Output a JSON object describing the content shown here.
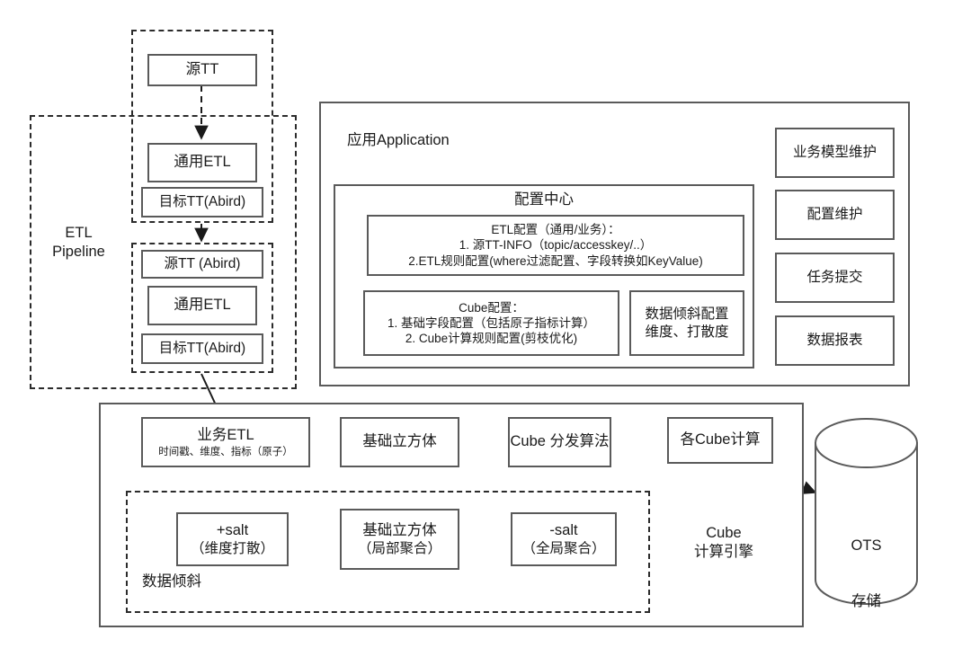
{
  "diagram": {
    "title": "ETL Pipeline / Application / Cube Computing Engine Architecture",
    "colors": {
      "stroke": "#5a5a5a",
      "dashed_stroke": "#2b2b2b",
      "background": "#ffffff",
      "text": "#1a1a1a"
    }
  },
  "etl_pipeline": {
    "label": "ETL\nPipeline",
    "group_one": {
      "source": "源TT",
      "generic_etl": "通用ETL",
      "target": "目标TT(Abird)"
    },
    "group_two": {
      "source": "源TT (Abird)",
      "generic_etl": "通用ETL",
      "target": "目标TT(Abird)"
    }
  },
  "application": {
    "title": "应用Application",
    "config_center": {
      "title": "配置中心",
      "etl_config": {
        "line1": "ETL配置（通用/业务）：",
        "line2": "1. 源TT-INFO（topic/accesskey/..）",
        "line3": "2.ETL规则配置(where过滤配置、字段转换如KeyValue)"
      },
      "cube_config": {
        "line1": "Cube配置：",
        "line2": "1. 基础字段配置（包括原子指标计算）",
        "line3": "2. Cube计算规则配置(剪枝优化)"
      },
      "skew_config": {
        "line1": "数据倾斜配置",
        "line2": "维度、打散度"
      }
    },
    "side_modules": [
      {
        "label": "业务模型维护"
      },
      {
        "label": "配置维护"
      },
      {
        "label": "任务提交"
      },
      {
        "label": "数据报表"
      }
    ]
  },
  "cube_engine": {
    "label": "Cube\n计算引擎",
    "business_etl": {
      "title": "业务ETL",
      "subtitle": "时间戳、维度、指标（原子）"
    },
    "base_cube": "基础立方体",
    "dispatch": "Cube\n分发算法",
    "each_cube": "各Cube计算",
    "storage": {
      "line1": "OTS",
      "line2": "存储"
    },
    "skew_region": {
      "label": "数据倾斜",
      "add_salt": {
        "line1": "+salt",
        "line2": "（维度打散）"
      },
      "local_cube": {
        "line1": "基础立方体",
        "line2": "（局部聚合）"
      },
      "minus_salt": {
        "line1": "-salt",
        "line2": "（全局聚合）"
      }
    }
  }
}
